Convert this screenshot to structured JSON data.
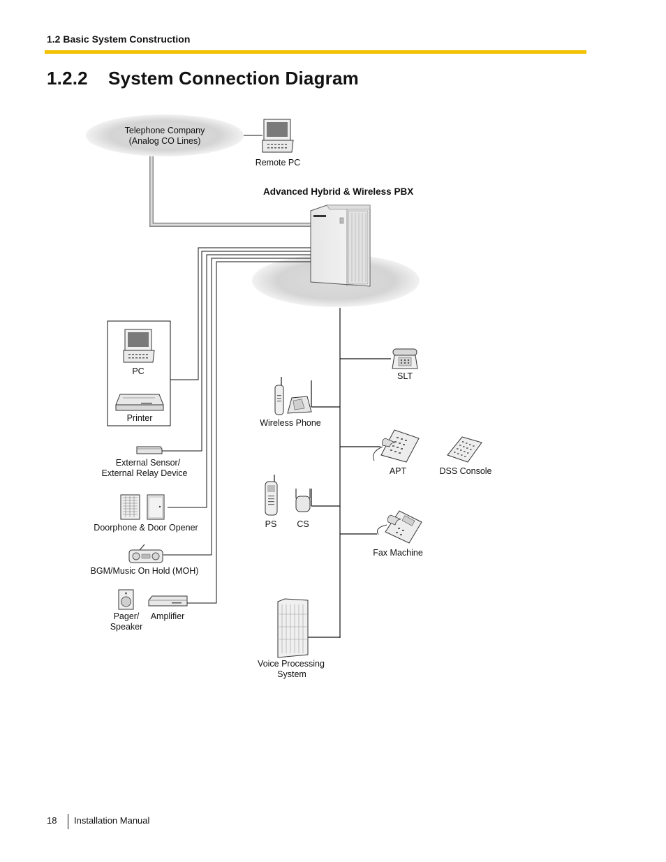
{
  "header": {
    "section": "1.2 Basic System Construction",
    "accent_color": "#f2c200"
  },
  "page_title": {
    "number": "1.2.2",
    "text": "System Connection Diagram"
  },
  "diagram": {
    "telco_line1": "Telephone Company",
    "telco_line2": "(Analog CO Lines)",
    "remote_pc": "Remote PC",
    "pbx": "Advanced Hybrid & Wireless PBX",
    "pc": "PC",
    "printer": "Printer",
    "sensor_line1": "External Sensor/",
    "sensor_line2": "External Relay Device",
    "doorphone": "Doorphone & Door Opener",
    "bgm": "BGM/Music On Hold (MOH)",
    "pager_line1": "Pager/",
    "pager_line2": "Speaker",
    "amplifier": "Amplifier",
    "wireless_phone": "Wireless Phone",
    "ps": "PS",
    "cs": "CS",
    "vps_line1": "Voice Processing",
    "vps_line2": "System",
    "slt": "SLT",
    "apt": "APT",
    "dss": "DSS Console",
    "fax": "Fax Machine"
  },
  "footer": {
    "page_number": "18",
    "doc_title": "Installation Manual"
  }
}
